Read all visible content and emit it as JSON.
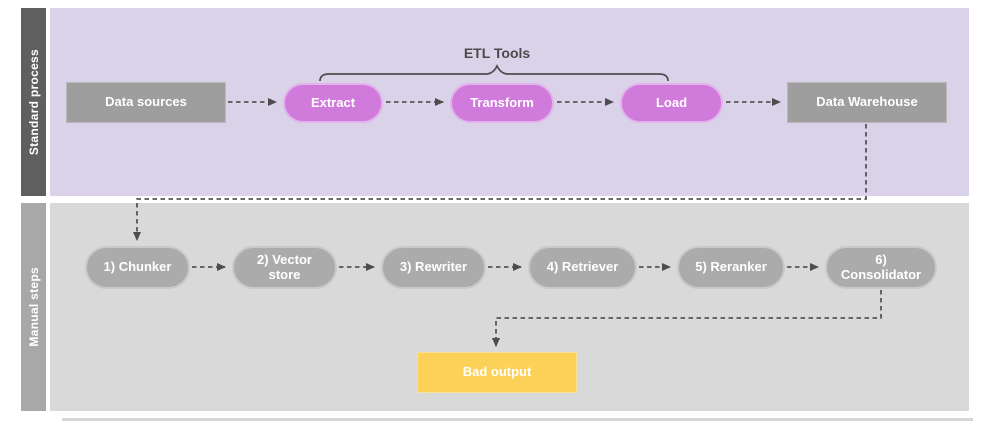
{
  "diagram": {
    "lanes": [
      {
        "label": "Standard process"
      },
      {
        "label": "Manual steps"
      }
    ],
    "etl_brace_label": "ETL Tools",
    "standard_nodes": [
      {
        "label": "Data sources"
      },
      {
        "label": "Extract"
      },
      {
        "label": "Transform"
      },
      {
        "label": "Load"
      },
      {
        "label": "Data Warehouse"
      }
    ],
    "manual_nodes": [
      {
        "label": "1) Chunker"
      },
      {
        "label": "2) Vector store"
      },
      {
        "label": "3) Rewriter"
      },
      {
        "label": "4) Retriever"
      },
      {
        "label": "5) Reranker"
      },
      {
        "label": "6) Consolidator"
      }
    ],
    "output_node": {
      "label": "Bad output"
    },
    "colors": {
      "standard_lane_bg": "#d9d2e9",
      "standard_lane_header": "#5f5f5f",
      "manual_lane_bg": "#d9d9d9",
      "manual_lane_header": "#a8a8a8",
      "etl_pill": "#d07adc",
      "gray_rect": "#9e9e9e",
      "gray_pill": "#ababab",
      "bad_output_yellow": "#fbd157",
      "connector": "#565656"
    }
  }
}
